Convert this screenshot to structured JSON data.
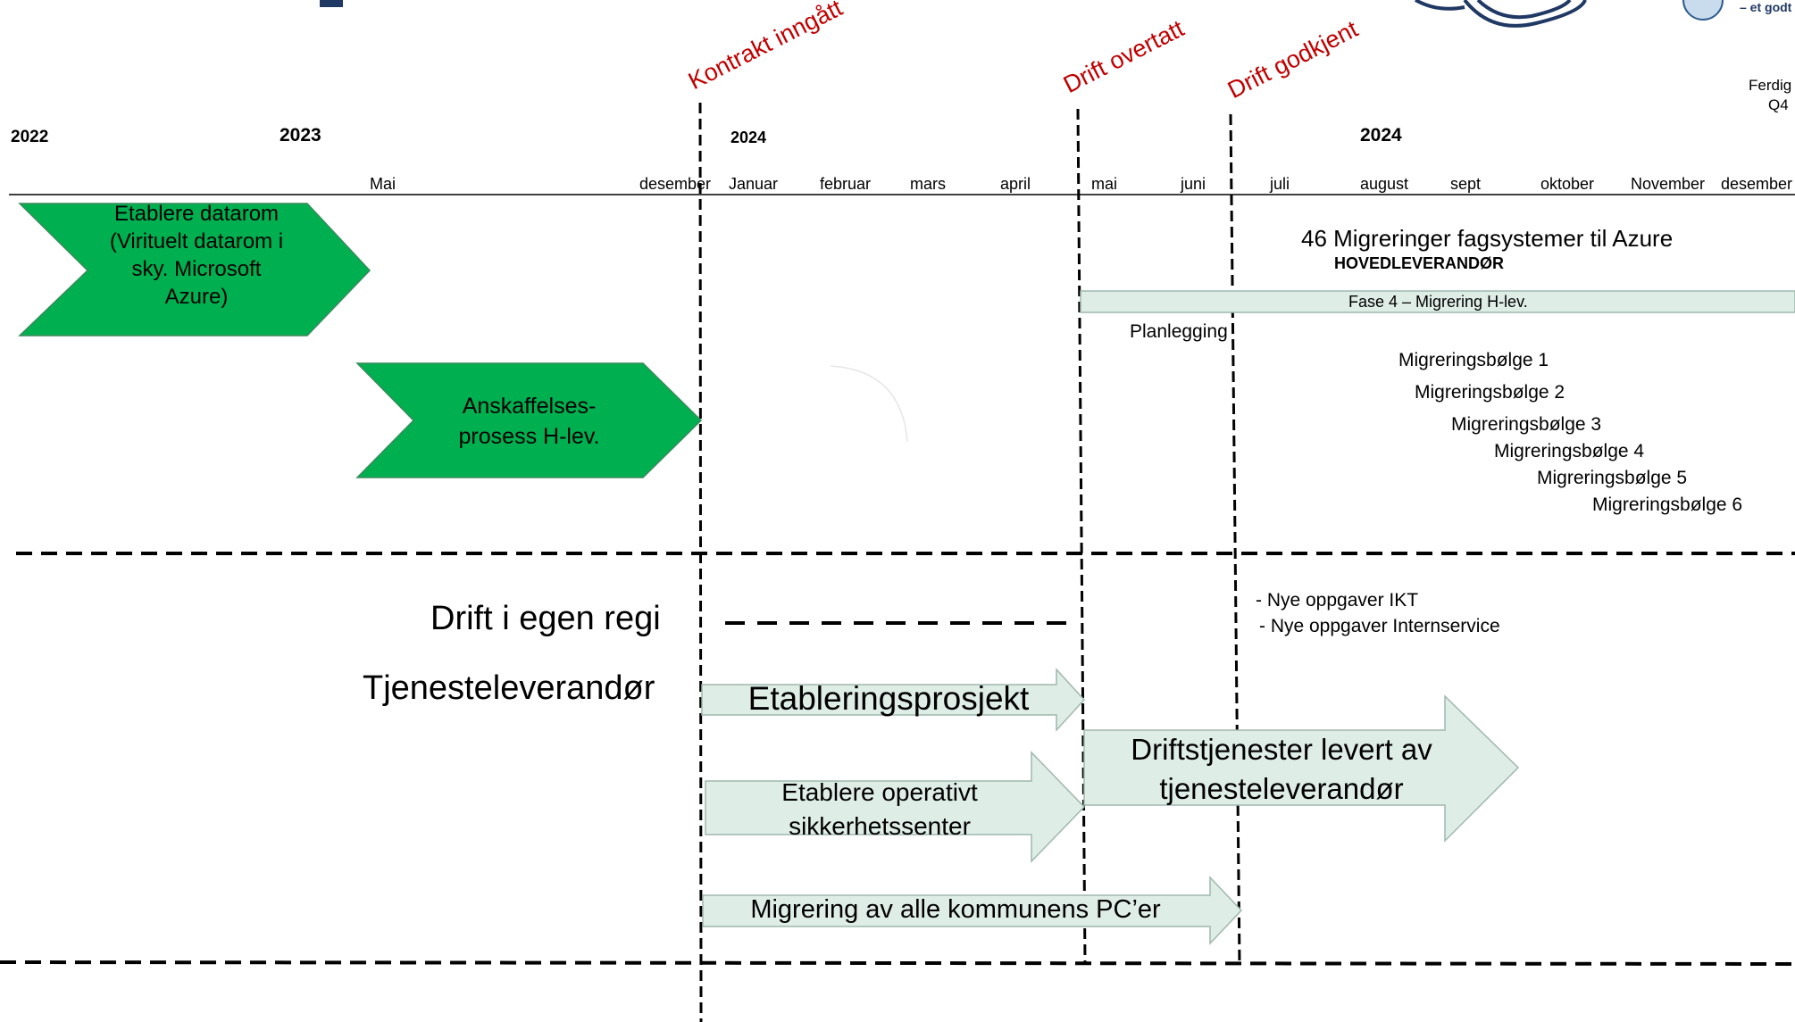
{
  "header": {
    "partial_logo_text": "– et godt",
    "top_right_note_line1": "Ferdig",
    "top_right_note_line2": "Q4"
  },
  "milestones": {
    "kontrakt": "Kontrakt inngått",
    "drift_overtatt": "Drift overtatt",
    "drift_godkjent": "Drift godkjent"
  },
  "years": {
    "y2022": "2022",
    "y2023": "2023",
    "y2024a": "2024",
    "y2024b": "2024"
  },
  "months": {
    "mai_2023": "Mai",
    "desember_2023": "desember",
    "januar": "Januar",
    "februar": "februar",
    "mars": "mars",
    "april": "april",
    "mai": "mai",
    "juni": "juni",
    "juli": "juli",
    "august": "august",
    "sept": "sept",
    "oktober": "oktober",
    "november": "November",
    "desember_2024": "desember"
  },
  "upper": {
    "chevron1_label": "Etablere datarom (Virituelt datarom i sky. Microsoft Azure)",
    "chevron2_label": "Anskaffelses-prosess H-lev.",
    "migration_title": "46 Migreringer fagsystemer til Azure",
    "main_supplier": "HOVEDLEVERANDØR",
    "phase_bar_label": "Fase 4 – Migrering H-lev.",
    "planning": "Planlegging",
    "waves": [
      "Migreringsbølge 1",
      "Migreringsbølge 2",
      "Migreringsbølge 3",
      "Migreringsbølge 4",
      "Migreringsbølge 5",
      "Migreringsbølge 6"
    ]
  },
  "lower": {
    "row_label_own_operation": "Drift i egen regi",
    "row_label_service_supplier": "Tjenesteleverandør",
    "new_tasks_ikt": "- Nye oppgaver IKT",
    "new_tasks_internservice": "- Nye oppgaver Internservice",
    "arrow_establishment": "Etableringsprosjekt",
    "arrow_soc": "Etablere operativt sikkerhetssenter",
    "arrow_operations": "Driftstjenester levert av tjenesteleverandør",
    "arrow_pc_migration": "Migrering av alle kommunens PC’er"
  },
  "colors": {
    "green": "#00b050",
    "light_green": "#dfede7",
    "light_green_border": "#9fb8ad",
    "milestone_red": "#c00000",
    "logo_navy": "#1f3864"
  }
}
